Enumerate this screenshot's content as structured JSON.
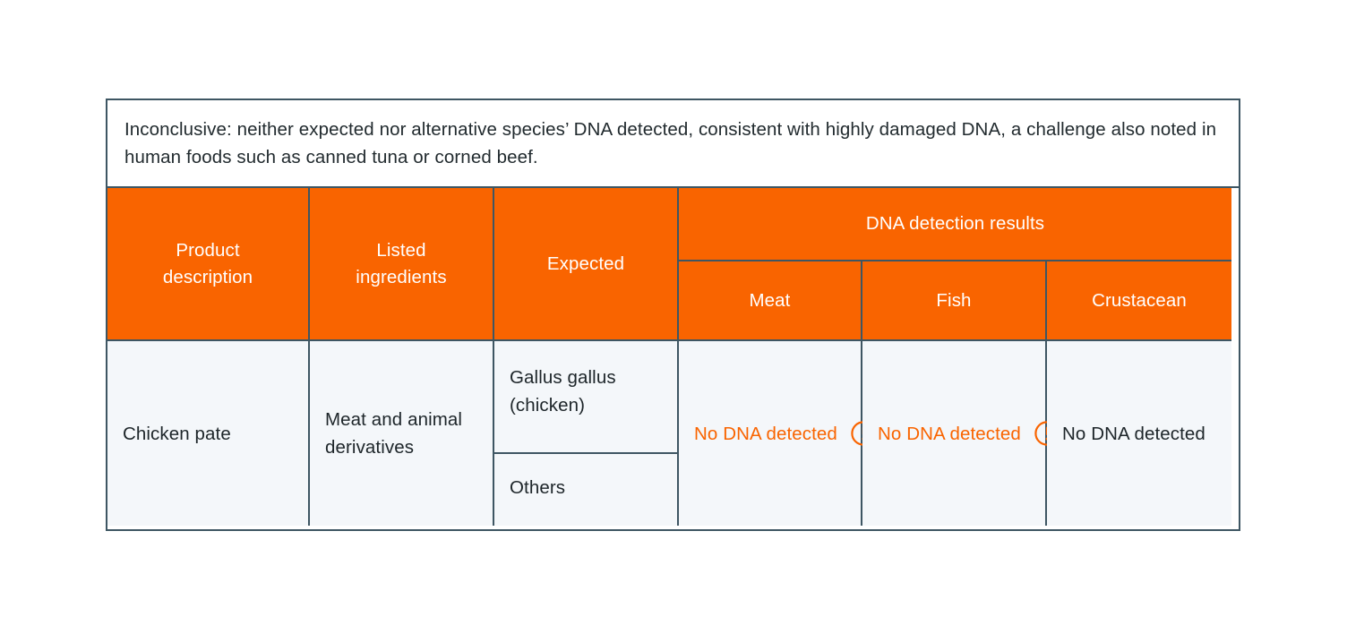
{
  "caption": {
    "text": "Inconclusive: neither expected nor alternative species’ DNA detected, consistent with highly damaged DNA, a challenge also noted in human foods such as canned tuna or corned beef."
  },
  "colors": {
    "header_orange": "#f96400",
    "body_background": "#f4f7fa",
    "border": "#3e5663",
    "alert_text": "#f96400",
    "normal_text": "#1d2529",
    "page_background": "#ffffff"
  },
  "table": {
    "headers": {
      "product_description": "Product\ndescription",
      "product_description_line1": "Product",
      "product_description_line2": "description",
      "listed_ingredients_line1": "Listed",
      "listed_ingredients_line2": "ingredients",
      "expected": "Expected",
      "dna_group": "DNA detection results",
      "meat": "Meat",
      "fish": "Fish",
      "crustacean": "Crustacean"
    },
    "rows": [
      {
        "product_description": "Chicken pate",
        "listed_ingredients": "Meat and animal derivatives",
        "expected": [
          "Gallus gallus (chicken)",
          "Others"
        ],
        "results": {
          "meat": {
            "text": "No DNA detected",
            "alert": true,
            "icon": "alert-circle-icon"
          },
          "fish": {
            "text": "No DNA detected",
            "alert": true,
            "icon": "alert-circle-icon"
          },
          "crustacean": {
            "text": "No DNA detected",
            "alert": false,
            "icon": null
          }
        }
      }
    ]
  }
}
